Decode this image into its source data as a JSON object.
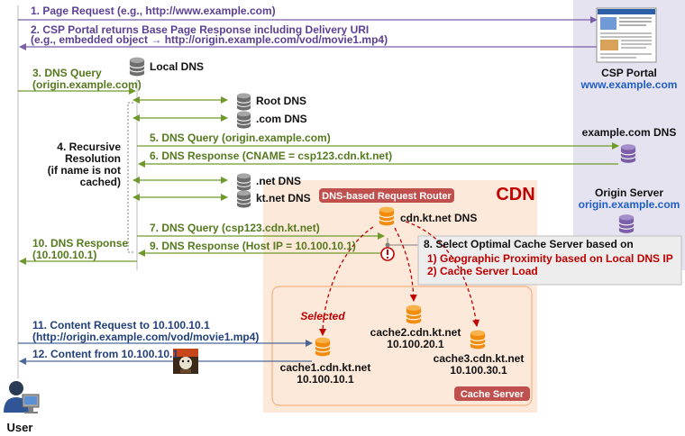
{
  "steps": {
    "s1": "1. Page Request (e.g., http://www.example.com)",
    "s2a": "2. CSP Portal returns Base Page Response including Delivery URI",
    "s2b": "(e.g., embedded object → http://origin.example.com/vod/movie1.mp4)",
    "s3a": "3. DNS Query",
    "s3b": "(origin.example.com)",
    "s4a": "4. Recursive",
    "s4b": "Resolution",
    "s4c": "(if name is not",
    "s4d": "cached)",
    "s5": "5. DNS Query (origin.example.com)",
    "s6": "6. DNS Response (CNAME = csp123.cdn.kt.net)",
    "s7": "7. DNS Query (csp123.cdn.kt.net)",
    "s8": "8. Select Optimal Cache Server based on",
    "s8_1": "1) Geographic Proximity based on Local DNS IP",
    "s8_2": "2) Cache Server Load",
    "s9": "9. DNS Response (Host IP = 10.100.10.1)",
    "s10a": "10. DNS Response",
    "s10b": "(10.100.10.1)",
    "s11a": "11. Content Request to 10.100.10.1",
    "s11b": "(http://origin.example.com/vod/movie1.mp4)",
    "s12": "12. Content from 10.100.10.1"
  },
  "nodes": {
    "local_dns": "Local DNS",
    "root_dns": "Root DNS",
    "com_dns": ".com DNS",
    "net_dns": ".net DNS",
    "ktnet_dns": "kt.net DNS",
    "example_dns": "example.com DNS",
    "csp_portal": "CSP Portal",
    "csp_portal_url": "www.example.com",
    "origin_server": "Origin Server",
    "origin_url": "origin.example.com",
    "cdn": "CDN",
    "router_label": "DNS-based Request Router",
    "cdn_dns": "cdn.kt.net DNS",
    "selected": "Selected",
    "cache1_name": "cache1.cdn.kt.net",
    "cache1_ip": "10.100.10.1",
    "cache2_name": "cache2.cdn.kt.net",
    "cache2_ip": "10.100.20.1",
    "cache3_name": "cache3.cdn.kt.net",
    "cache3_ip": "10.100.30.1",
    "cache_server_label": "Cache Server",
    "user": "User"
  },
  "colors": {
    "purple_arrow": "#7b5ea7",
    "green_arrow": "#6f9a2b",
    "navy_arrow": "#4a6896",
    "cdn_bg": "#fde9d9",
    "right_panel": "#e6e3f0",
    "red_label": "#c0504d",
    "db_orange": "#f28c0f",
    "db_purple": "#7b5ea7",
    "db_gray": "#6d6d6d"
  },
  "icons": [
    "database-icon",
    "webpage-thumbnail-icon",
    "user-computer-icon",
    "media-file-icon",
    "warning-icon"
  ]
}
